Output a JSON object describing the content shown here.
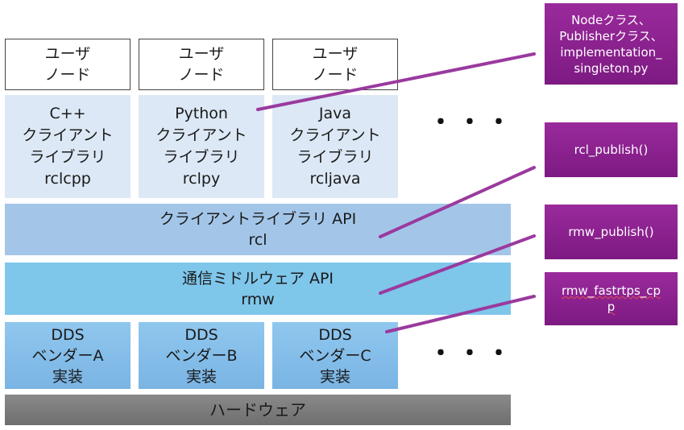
{
  "user_nodes": [
    {
      "label": "ユーザ\nノード"
    },
    {
      "label": "ユーザ\nノード"
    },
    {
      "label": "ユーザ\nノード"
    }
  ],
  "client_libraries": [
    {
      "label": "C++\nクライアント\nライブラリ\nrclcpp"
    },
    {
      "label": "Python\nクライアント\nライブラリ\nrclpy"
    },
    {
      "label": "Java\nクライアント\nライブラリ\nrcljava"
    }
  ],
  "rcl_band": {
    "label": "クライアントライブラリ API\nrcl"
  },
  "rmw_band": {
    "label": "通信ミドルウェア API\nrmw"
  },
  "dds_vendors": [
    {
      "label": "DDS\nベンダーA\n実装"
    },
    {
      "label": "DDS\nベンダーB\n実装"
    },
    {
      "label": "DDS\nベンダーC\n実装"
    }
  ],
  "hardware_band": {
    "label": "ハードウェア"
  },
  "ellipsis": "・・・",
  "callouts": {
    "node": "Nodeクラス、\nPublisherクラス、\nimplementation_\nsingleton.py",
    "rcl": "rcl_publish()",
    "rmw": "rmw_publish()",
    "fastrtps": "rmw_fastrtps_cp\np"
  },
  "colors": {
    "callout": "#8a2290",
    "connector": "#9a3a9e",
    "client_lib": "#dce8f5",
    "rcl_band": "#a3c6e8",
    "rmw_band": "#7fc6eb",
    "hardware": "#7a7a7a"
  }
}
